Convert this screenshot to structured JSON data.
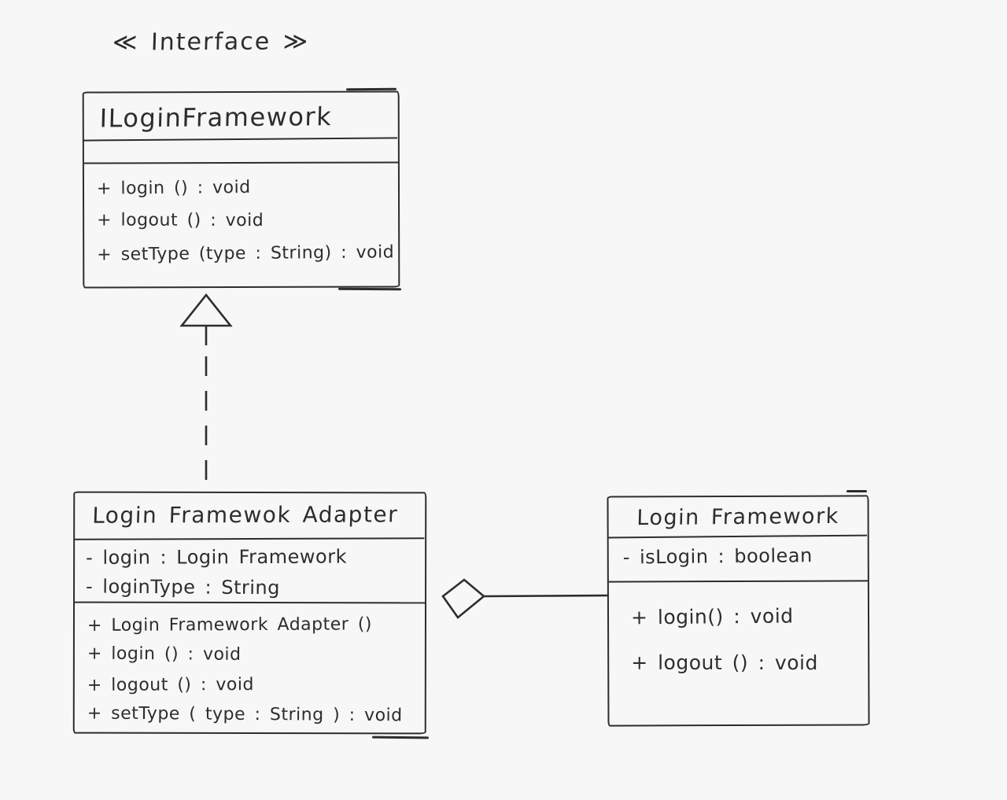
{
  "diagram": {
    "stereotype": "≪ Interface ≫",
    "interface_box": {
      "title": "ILoginFramework",
      "methods": [
        "+ login () : void",
        "+ logout () : void",
        "+ setType (type : String) : void"
      ]
    },
    "adapter_box": {
      "title": "Login Framewok Adapter",
      "attributes": [
        "- login : Login Framework",
        "- loginType : String"
      ],
      "methods": [
        "+ Login Framework Adapter ()",
        "+ login () : void",
        "+ logout () : void",
        "+ setType ( type : String ) : void"
      ]
    },
    "framework_box": {
      "title": "Login Framework",
      "attributes": [
        "- isLogin : boolean"
      ],
      "methods": [
        "+ login() : void",
        "+ logout () : void"
      ]
    },
    "connectors": {
      "realization": "hollow-triangle-dashed-line",
      "aggregation": "hollow-diamond-solid-line"
    },
    "colors": {
      "ink": "#2d2d2d",
      "background": "#f7f7f7"
    }
  }
}
